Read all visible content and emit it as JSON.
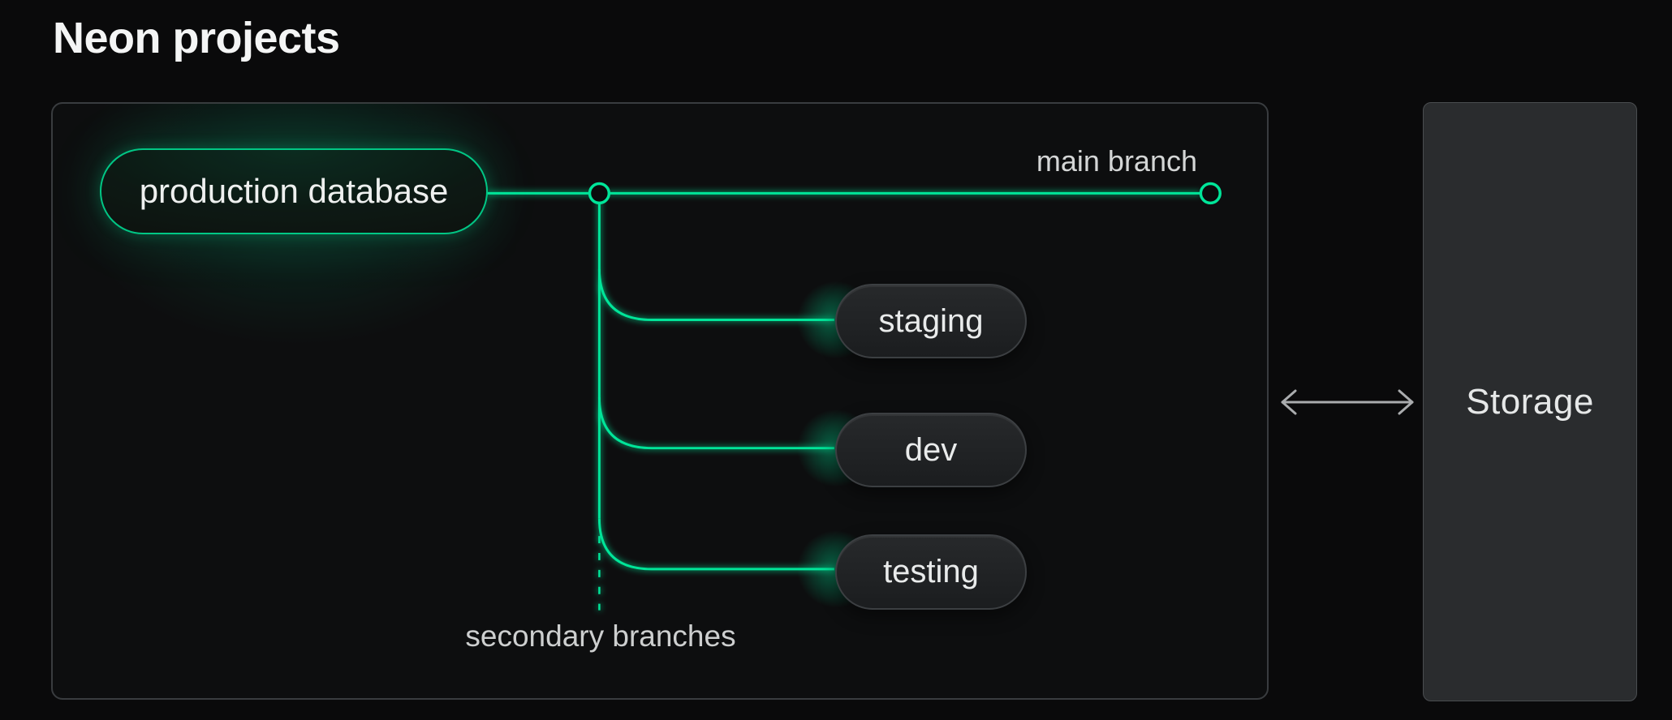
{
  "title": "Neon projects",
  "diagram": {
    "root_node": {
      "label": "production database"
    },
    "main_branch": {
      "label": "main branch"
    },
    "secondary_branches": {
      "label": "secondary branches",
      "nodes": [
        {
          "label": "staging"
        },
        {
          "label": "dev"
        },
        {
          "label": "testing"
        }
      ]
    },
    "storage": {
      "label": "Storage"
    },
    "connector": {
      "type": "bidirectional-arrow"
    }
  },
  "colors": {
    "accent_green": "#00e599",
    "page_background": "#0a0a0b",
    "panel_background": "#0d0e0f",
    "panel_border": "#393c3f",
    "node_background": "#202224",
    "node_border": "#3c3f42",
    "storage_background": "#2a2c2e",
    "storage_border": "#4a4d50",
    "title_text": "#f4f5f5",
    "label_text": "#cdcfcf",
    "arrow_gray": "#aaacae"
  }
}
